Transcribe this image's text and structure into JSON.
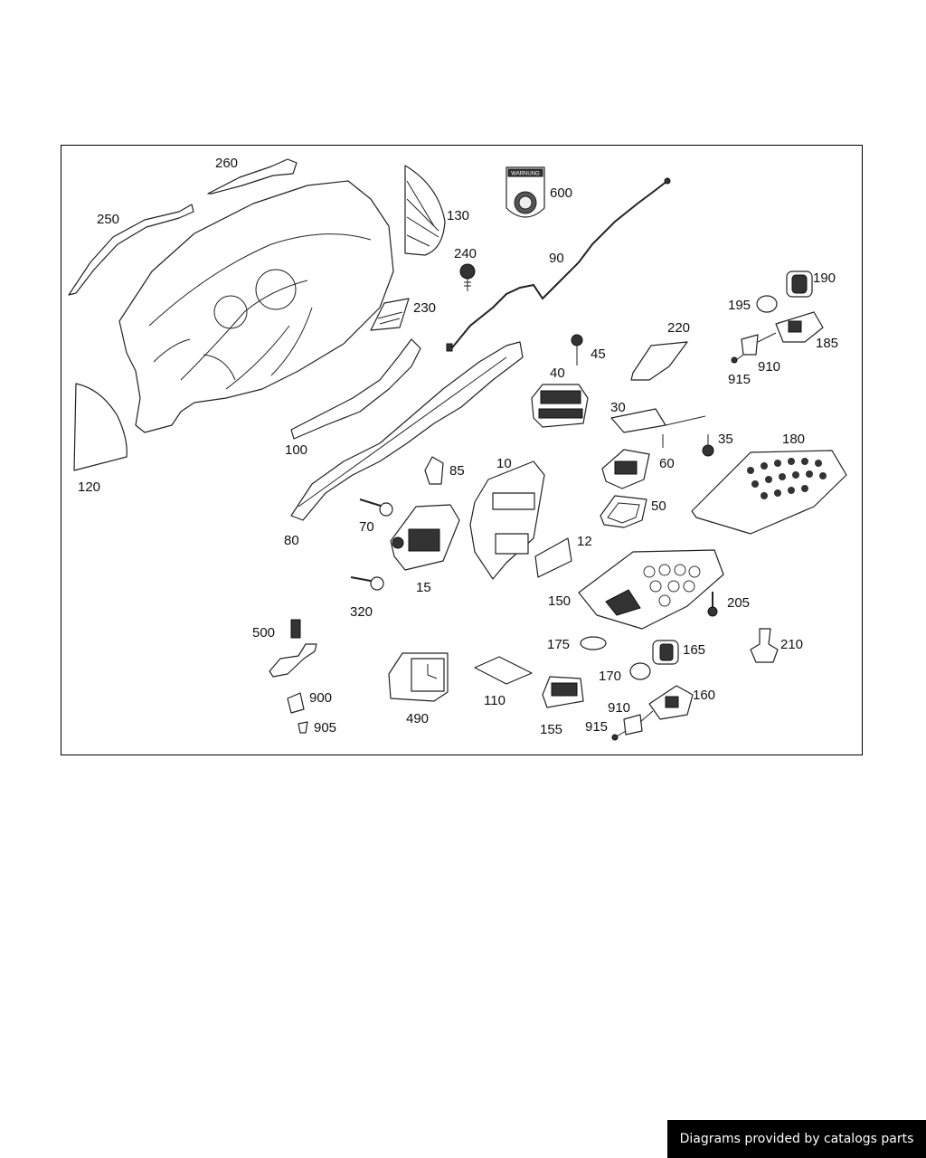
{
  "footer": {
    "text": "Diagrams provided by catalogs parts"
  },
  "warning_sticker": {
    "text": "WARNUNG"
  },
  "callouts": {
    "c260": "260",
    "c250": "250",
    "c130": "130",
    "c600": "600",
    "c240": "240",
    "c90": "90",
    "c190": "190",
    "c195": "195",
    "c185": "185",
    "c230": "230",
    "c220": "220",
    "c45": "45",
    "c40": "40",
    "c910a": "910",
    "c915a": "915",
    "c100": "100",
    "c120": "120",
    "c30": "30",
    "c35": "35",
    "c180": "180",
    "c60": "60",
    "c85": "85",
    "c10": "10",
    "c50": "50",
    "c70": "70",
    "c80": "80",
    "c12": "12",
    "c15": "15",
    "c320": "320",
    "c150": "150",
    "c205": "205",
    "c500": "500",
    "c175": "175",
    "c165": "165",
    "c210": "210",
    "c170": "170",
    "c900": "900",
    "c905": "905",
    "c490": "490",
    "c110": "110",
    "c160": "160",
    "c910b": "910",
    "c915b": "915",
    "c155": "155"
  }
}
